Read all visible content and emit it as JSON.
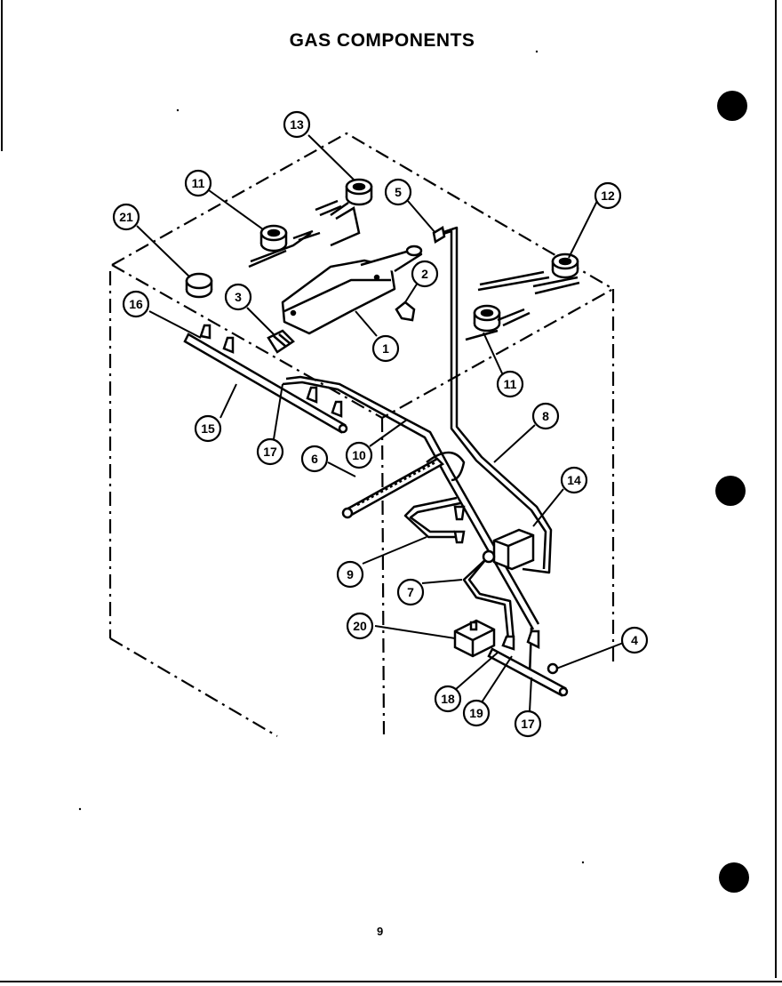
{
  "title": "GAS COMPONENTS",
  "page_number": "9",
  "callouts": [
    {
      "id": "c13a",
      "label": "13"
    },
    {
      "id": "c11a",
      "label": "11"
    },
    {
      "id": "c21",
      "label": "21"
    },
    {
      "id": "c5",
      "label": "5"
    },
    {
      "id": "c12",
      "label": "12"
    },
    {
      "id": "c2",
      "label": "2"
    },
    {
      "id": "c3",
      "label": "3"
    },
    {
      "id": "c16",
      "label": "16"
    },
    {
      "id": "c1",
      "label": "1"
    },
    {
      "id": "c11b",
      "label": "11"
    },
    {
      "id": "c8",
      "label": "8"
    },
    {
      "id": "c15",
      "label": "15"
    },
    {
      "id": "c17a",
      "label": "17"
    },
    {
      "id": "c10",
      "label": "10"
    },
    {
      "id": "c6",
      "label": "6"
    },
    {
      "id": "c14",
      "label": "14"
    },
    {
      "id": "c9",
      "label": "9"
    },
    {
      "id": "c7",
      "label": "7"
    },
    {
      "id": "c20",
      "label": "20"
    },
    {
      "id": "c4",
      "label": "4"
    },
    {
      "id": "c18",
      "label": "18"
    },
    {
      "id": "c19",
      "label": "19"
    },
    {
      "id": "c17b",
      "label": "17"
    }
  ]
}
